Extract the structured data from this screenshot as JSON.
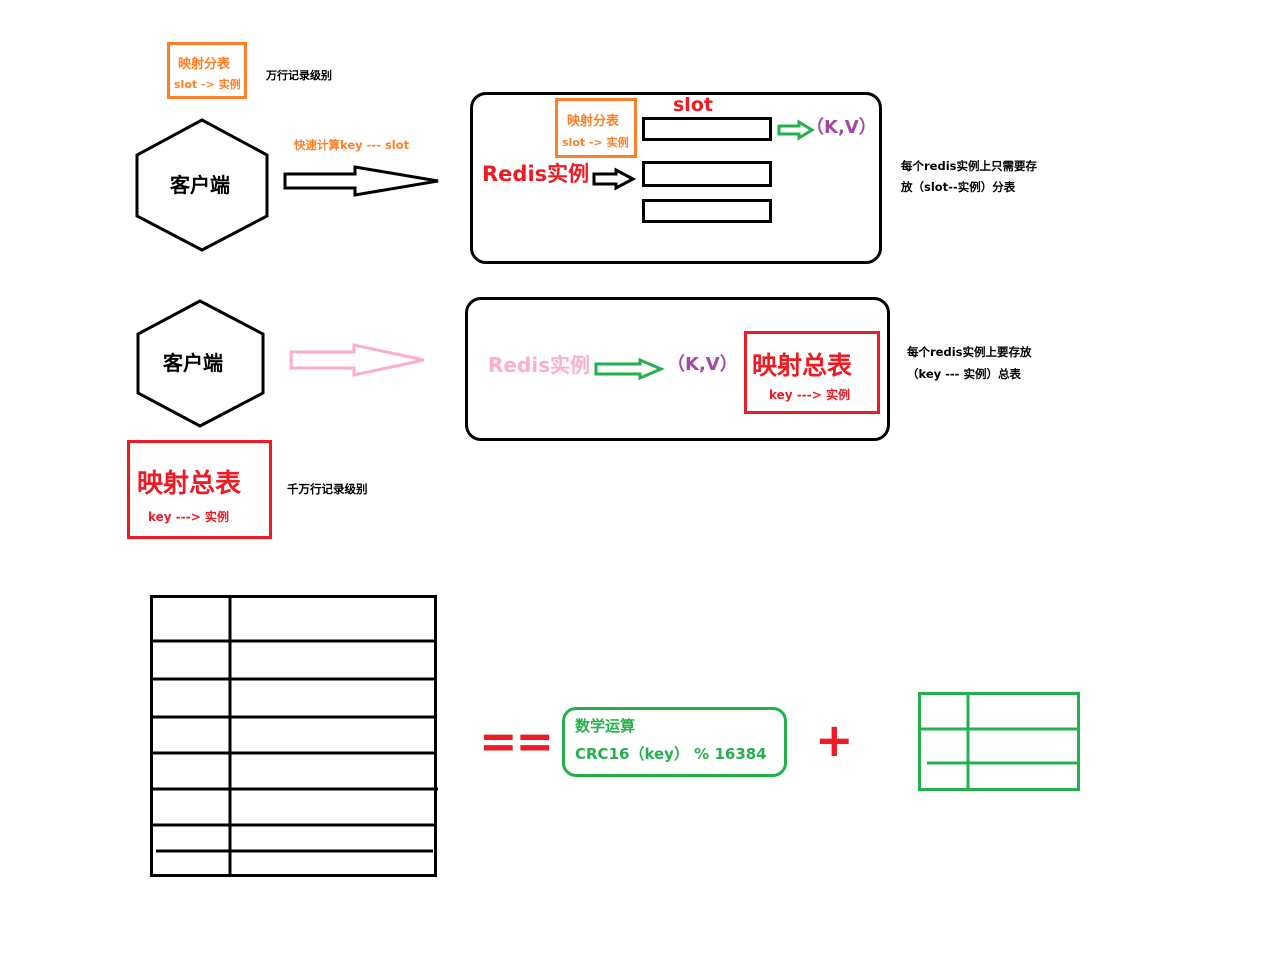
{
  "colors": {
    "black": "#000000",
    "orange": "#ff7f27",
    "red": "#ed1c24",
    "green": "#22b14c",
    "purple": "#a349a4",
    "pink": "#ffaec9",
    "white": "#ffffff"
  },
  "top": {
    "legend_box": {
      "title": "映射分表",
      "subtitle": "slot -> 实例"
    },
    "legend_note": "万行记录级别",
    "client_label": "客户端",
    "arrow_label": "快速计算key --- slot",
    "redis_box": {
      "mapping_title": "映射分表",
      "mapping_subtitle": "slot -> 实例",
      "slot_label": "slot",
      "redis_label": "Redis实例",
      "kv_label": "（K,V）"
    },
    "note_line1": "每个redis实例上只需要存",
    "note_line2": "放（slot--实例）分表"
  },
  "middle": {
    "client_label": "客户端",
    "redis_box": {
      "redis_label": "Redis实例",
      "kv_label": "（K,V）",
      "mapping_title": "映射总表",
      "mapping_subtitle": "key ---> 实例"
    },
    "note_line1": "每个redis实例上要存放",
    "note_line2": "（key --- 实例）总表",
    "legend_box": {
      "title": "映射总表",
      "subtitle": "key ---> 实例"
    },
    "legend_note": "千万行记录级别"
  },
  "bottom": {
    "equals": "==",
    "formula_title": "数学运算",
    "formula": "CRC16（key） % 16384",
    "plus": "+"
  }
}
